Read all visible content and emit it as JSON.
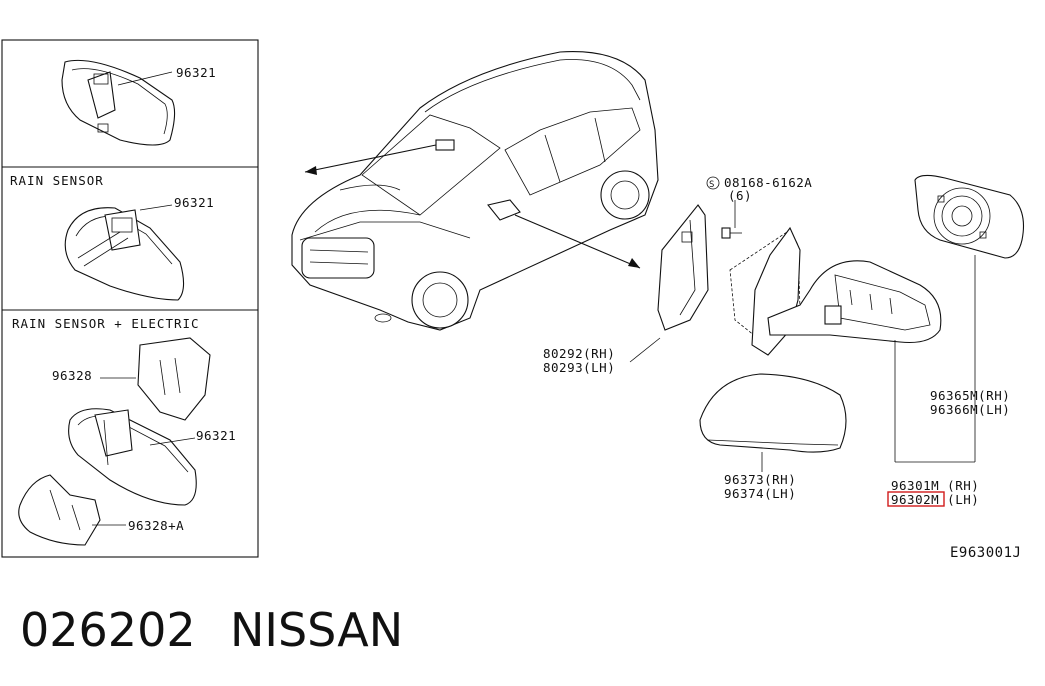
{
  "panels": {
    "p1_part": "96321",
    "p2_title": "RAIN SENSOR",
    "p2_part": "96321",
    "p3_title": "RAIN SENSOR + ELECTRIC",
    "p3_cover": "96328",
    "p3_mirror": "96321",
    "p3_cover_a": "96328+A"
  },
  "parts": {
    "screw_code": "08168-6162A",
    "screw_qty": "(6)",
    "base_rh": "80292(RH)",
    "base_lh": "80293(LH)",
    "cover_rh": "96373(RH)",
    "cover_lh": "96374(LH)",
    "glass_rh": "96365M(RH)",
    "glass_lh": "96366M(LH)",
    "assy_rh": "96301M (RH)",
    "assy_lh": "96302M (LH)"
  },
  "diagram_id": "E963001J",
  "caption": {
    "code": "026202",
    "brand": "NISSAN"
  },
  "colors": {
    "highlight": "#d11b1b"
  }
}
